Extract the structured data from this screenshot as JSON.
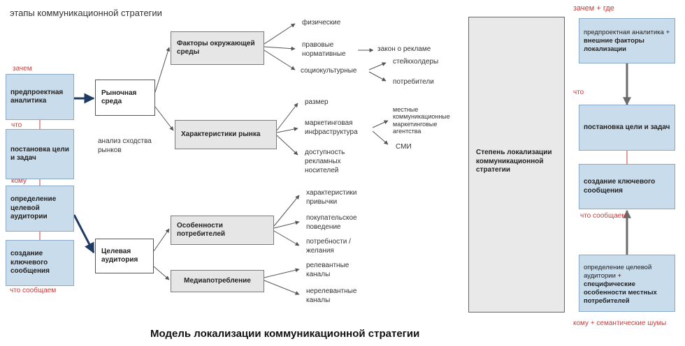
{
  "title_top": "этапы коммуникационной стратегии",
  "caption": "Модель локализации коммуникационной стратегии",
  "left_column": {
    "label_why": "зачем",
    "box1": "предпроектная аналитика",
    "label_what": "что",
    "box2": "постановка цели и задач",
    "label_whom": "кому",
    "box3": "определение целевой аудитории",
    "box4": "создание ключевого сообщения",
    "label_what_say": "что сообщаем"
  },
  "middle": {
    "market_env": "Рыночная среда",
    "market_note": "анализ сходства рынков",
    "target_audience": "Целевая аудитория"
  },
  "factors": {
    "box": "Факторы окружающей среды",
    "physical": "физические",
    "legal": "правовые нормативные",
    "advertising_law": "закон о рекламе",
    "sociocultural": "социокультурные",
    "stakeholders": "стейкхолдеры",
    "consumers": "потребители"
  },
  "market_chars": {
    "box": "Характеристики рынка",
    "size": "размер",
    "infrastructure": "маркетинговая инфраструктура",
    "local_agencies": "местные коммуникационные маркетинговые агентства",
    "media": "СМИ",
    "availability": "доступность рекламных носителей"
  },
  "consumer_features": {
    "box": "Особенности потребителей",
    "habits": "характеристики привычки",
    "behavior": "покупательское поведение",
    "needs": "потребности / желания"
  },
  "media_consumption": {
    "box": "Медиапотребление",
    "relevant": "релевантные каналы",
    "irrelevant": "нерелевантные каналы"
  },
  "localization_degree": "Степень локализации коммуникационной стратегии",
  "right_column": {
    "label_why_where": "зачем + где",
    "box1_a": "предпроектная аналитика + ",
    "box1_b": "внешние факторы локализации",
    "label_what": "что",
    "box2": "постановка цели и задач",
    "box3": "создание ключевого сообщения",
    "label_what_say": "что сообщаем",
    "box4_a": "определение целевой аудитории + ",
    "box4_b": "специфические особенности местных потребителей",
    "label_whom_noise": "кому + семантические шумы"
  },
  "colors": {
    "blue_fill": "#c9dcec",
    "grey_fill": "#e6e6e6",
    "accent_red": "#cc3a3a",
    "arrow_dark_blue": "#1f3b63"
  }
}
